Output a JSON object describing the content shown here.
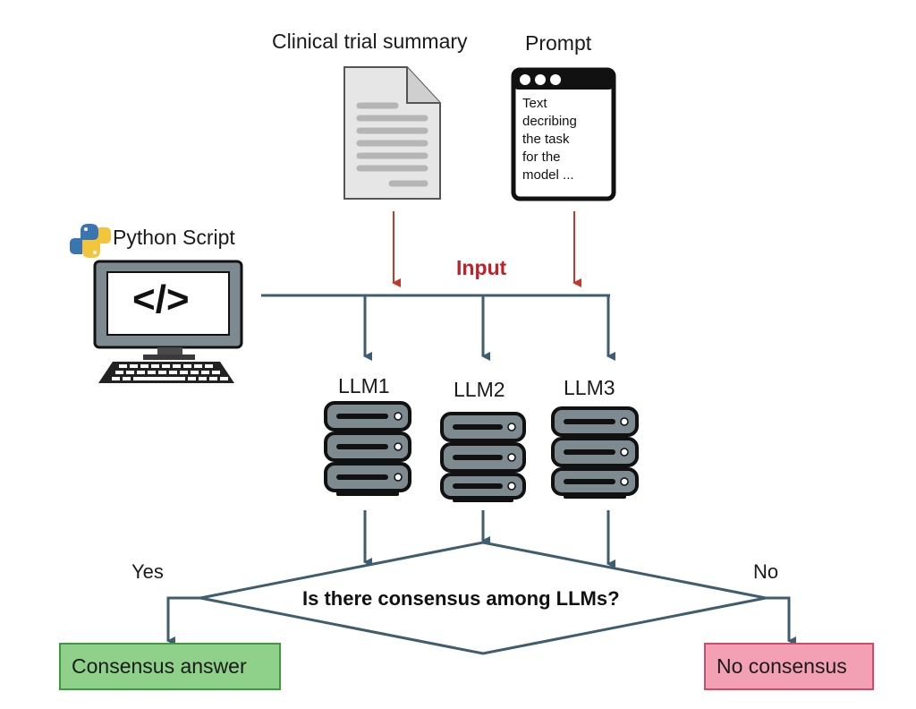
{
  "labels": {
    "clinical_summary": "Clinical trial summary",
    "prompt": "Prompt",
    "python_script": "Python Script",
    "input": "Input",
    "code_symbol": "</>",
    "llm1": "LLM1",
    "llm2": "LLM2",
    "llm3": "LLM3",
    "question": "Is there consensus among LLMs?",
    "yes": "Yes",
    "no": "No",
    "consensus_answer": "Consensus answer",
    "no_consensus": "No consensus"
  },
  "prompt_window": {
    "lines": [
      "Text",
      "decribing",
      "the task",
      "for the",
      "model ..."
    ]
  },
  "colors": {
    "flow_line": "#3e5d6d",
    "input_arrow": "#c0392b",
    "input_text": "#c0202a",
    "consensus_fill": "#8fd08a",
    "consensus_border": "#3f9a3f",
    "no_consensus_fill": "#f4a0b4",
    "no_consensus_border": "#d04a6a",
    "server_body": "#7d8a90",
    "monitor_frame": "#7d8a90"
  },
  "icons": {
    "document": "document-icon",
    "prompt": "browser-window-icon",
    "python": "python-logo-icon",
    "computer": "computer-monitor-icon",
    "keyboard": "keyboard-icon",
    "server": "server-stack-icon"
  }
}
